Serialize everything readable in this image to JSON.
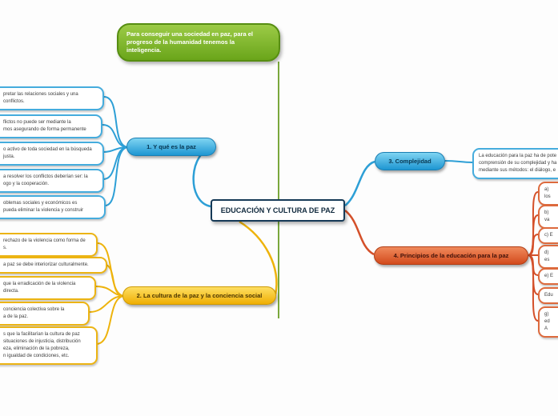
{
  "colors": {
    "branch_blue": "#2d9fd6",
    "branch_yellow": "#eeb30c",
    "branch_red": "#d4502a",
    "note_green": "#7aa83c"
  },
  "note": {
    "text": "Para conseguir una sociedad en paz, para el progreso de la humanidad tenemos la inteligencia."
  },
  "center": {
    "label": "EDUCACIÓN Y CULTURA DE PAZ"
  },
  "branch1": {
    "label": "1. Y qué es la paz",
    "children": [
      {
        "text": "pretar las relaciones sociales y una\nconflictos."
      },
      {
        "text": "flictos no puede ser mediante la\nmos asegurando de forma permanente"
      },
      {
        "text": "o activo de toda sociedad en la búsqueda\njusta."
      },
      {
        "text": "a resolver los conflictos deberían ser: la\nogo y la cooperación."
      },
      {
        "text": "oblemas sociales y económicos es\npueda eliminar la violencia y construir"
      }
    ]
  },
  "branch2": {
    "label": "2. La cultura de la paz y la conciencia social",
    "children": [
      {
        "text": "rechazo de la violencia como forma de\ns."
      },
      {
        "text": "a paz se debe interiorizar culturalmente."
      },
      {
        "text": "que la erradicación de la violencia\ndirecta."
      },
      {
        "text": "conciencia colectiva sobre la\na de la paz."
      },
      {
        "text": "s que la facilitarían la cultura de paz\nsituaciones de injusticia, distribución\neza, eliminación de la pobreza,\nn igualdad de condiciones, etc."
      }
    ]
  },
  "branch3": {
    "label": "3. Complejidad",
    "children": [
      {
        "text": "La educación para la paz ha de pote\ncomprensión de su complejidad y ha\nmediante sus métodos: el diálogo, e"
      }
    ]
  },
  "branch4": {
    "label": "4. Principios de la educación para la paz",
    "children": [
      {
        "text": "a)\nlos"
      },
      {
        "text": "b)\nva"
      },
      {
        "text": "c) E"
      },
      {
        "text": "d)\nes"
      },
      {
        "text": "e) E"
      },
      {
        "text": "Edu"
      },
      {
        "text": "g)\ned\nA"
      }
    ]
  }
}
